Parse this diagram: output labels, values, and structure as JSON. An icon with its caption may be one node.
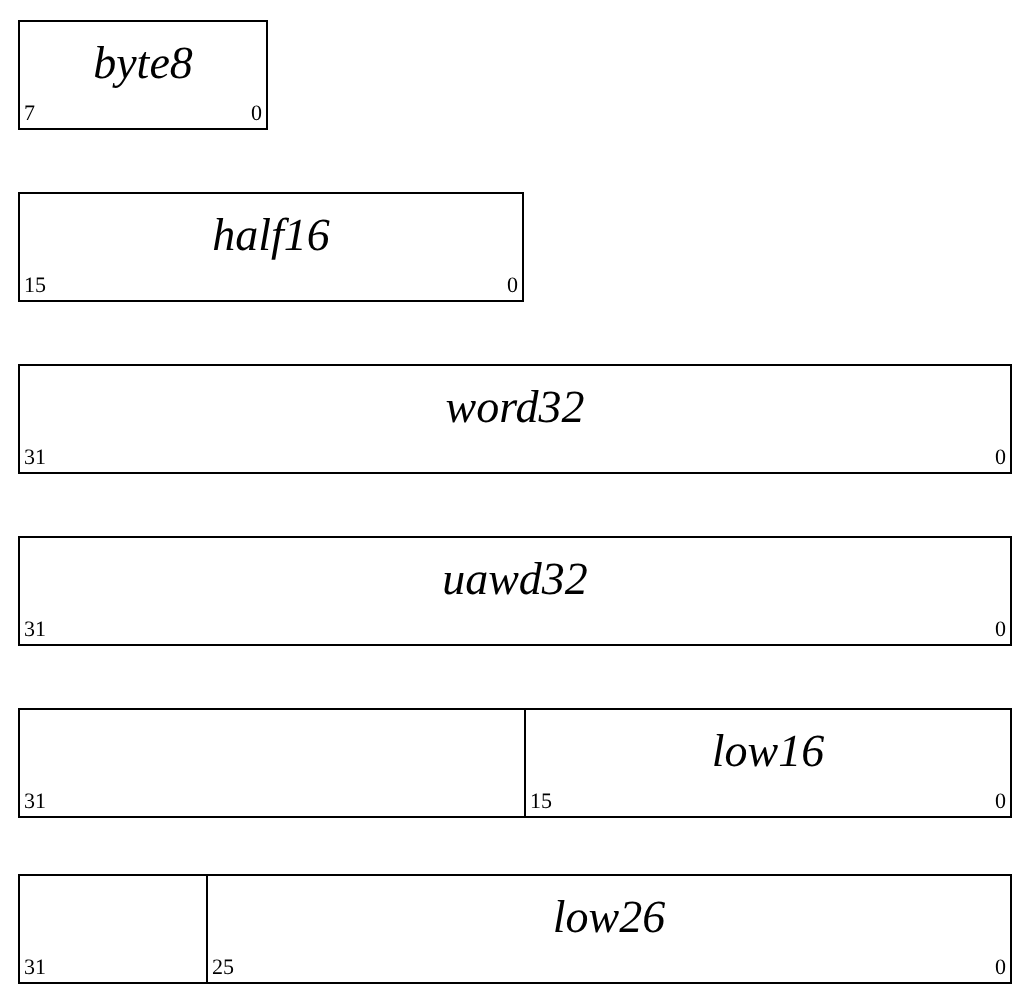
{
  "diagram": {
    "nodes": [
      {
        "text": [
          "byte8",
          "7",
          "0"
        ]
      },
      {
        "text": [
          "half16",
          "15",
          "0"
        ]
      },
      {
        "text": [
          "word32",
          "31",
          "0"
        ]
      },
      {
        "text": [
          "uawd32",
          "31",
          "0"
        ]
      },
      {
        "text": [
          "31"
        ]
      },
      {
        "text": [
          "low16",
          "15",
          "0"
        ]
      },
      {
        "text": [
          "31"
        ]
      },
      {
        "text": [
          "low26",
          "25",
          "0"
        ]
      }
    ]
  }
}
